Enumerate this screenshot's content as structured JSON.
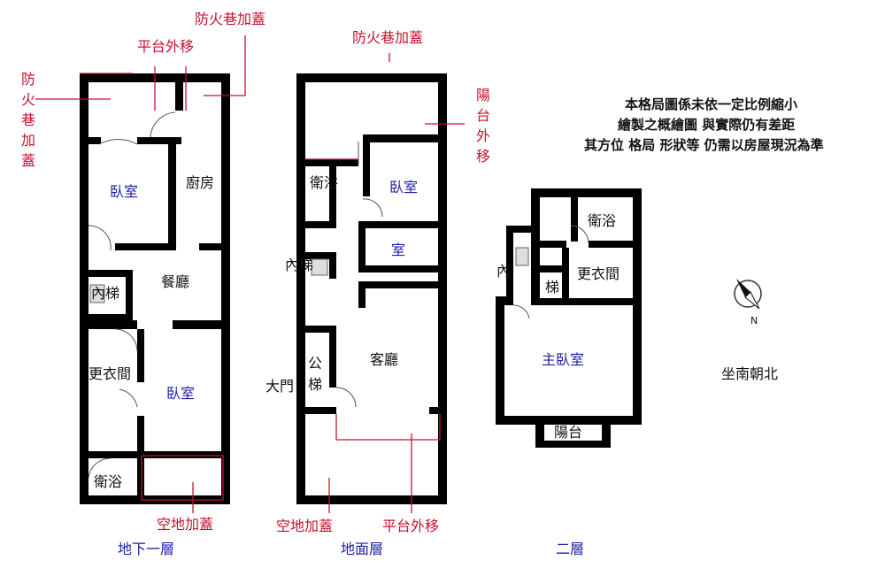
{
  "note": {
    "line1": "本格局圖係未依一定比例縮小",
    "line2": "繪製之概繪圖 與實際仍有差距",
    "line3": "其方位 格局 形狀等 仍需以房屋現況為準"
  },
  "orientation": "坐南朝北",
  "floors": {
    "basement": {
      "title": "地下一層",
      "rooms": [
        "臥室",
        "廚房",
        "餐廳",
        "內梯",
        "更衣間",
        "臥室",
        "衛浴"
      ],
      "annotations": [
        "平台外移",
        "防火巷加蓋",
        "防",
        "火",
        "巷",
        "加",
        "蓋",
        "空地加蓋"
      ]
    },
    "ground": {
      "title": "地面層",
      "rooms": [
        "衛浴",
        "臥室",
        "室",
        "內梯",
        "客廳",
        "公",
        "梯",
        "大門"
      ],
      "annotations": [
        "防火巷加蓋",
        "陽",
        "台",
        "外",
        "移",
        "空地加蓋",
        "平台外移"
      ]
    },
    "second": {
      "title": "二層",
      "rooms": [
        "衛浴",
        "內",
        "梯",
        "更衣間",
        "主臥室",
        "陽台"
      ]
    }
  },
  "colors": {
    "wall": "#000000",
    "annotation": "#c8102e",
    "label": "#1b1fa8"
  }
}
